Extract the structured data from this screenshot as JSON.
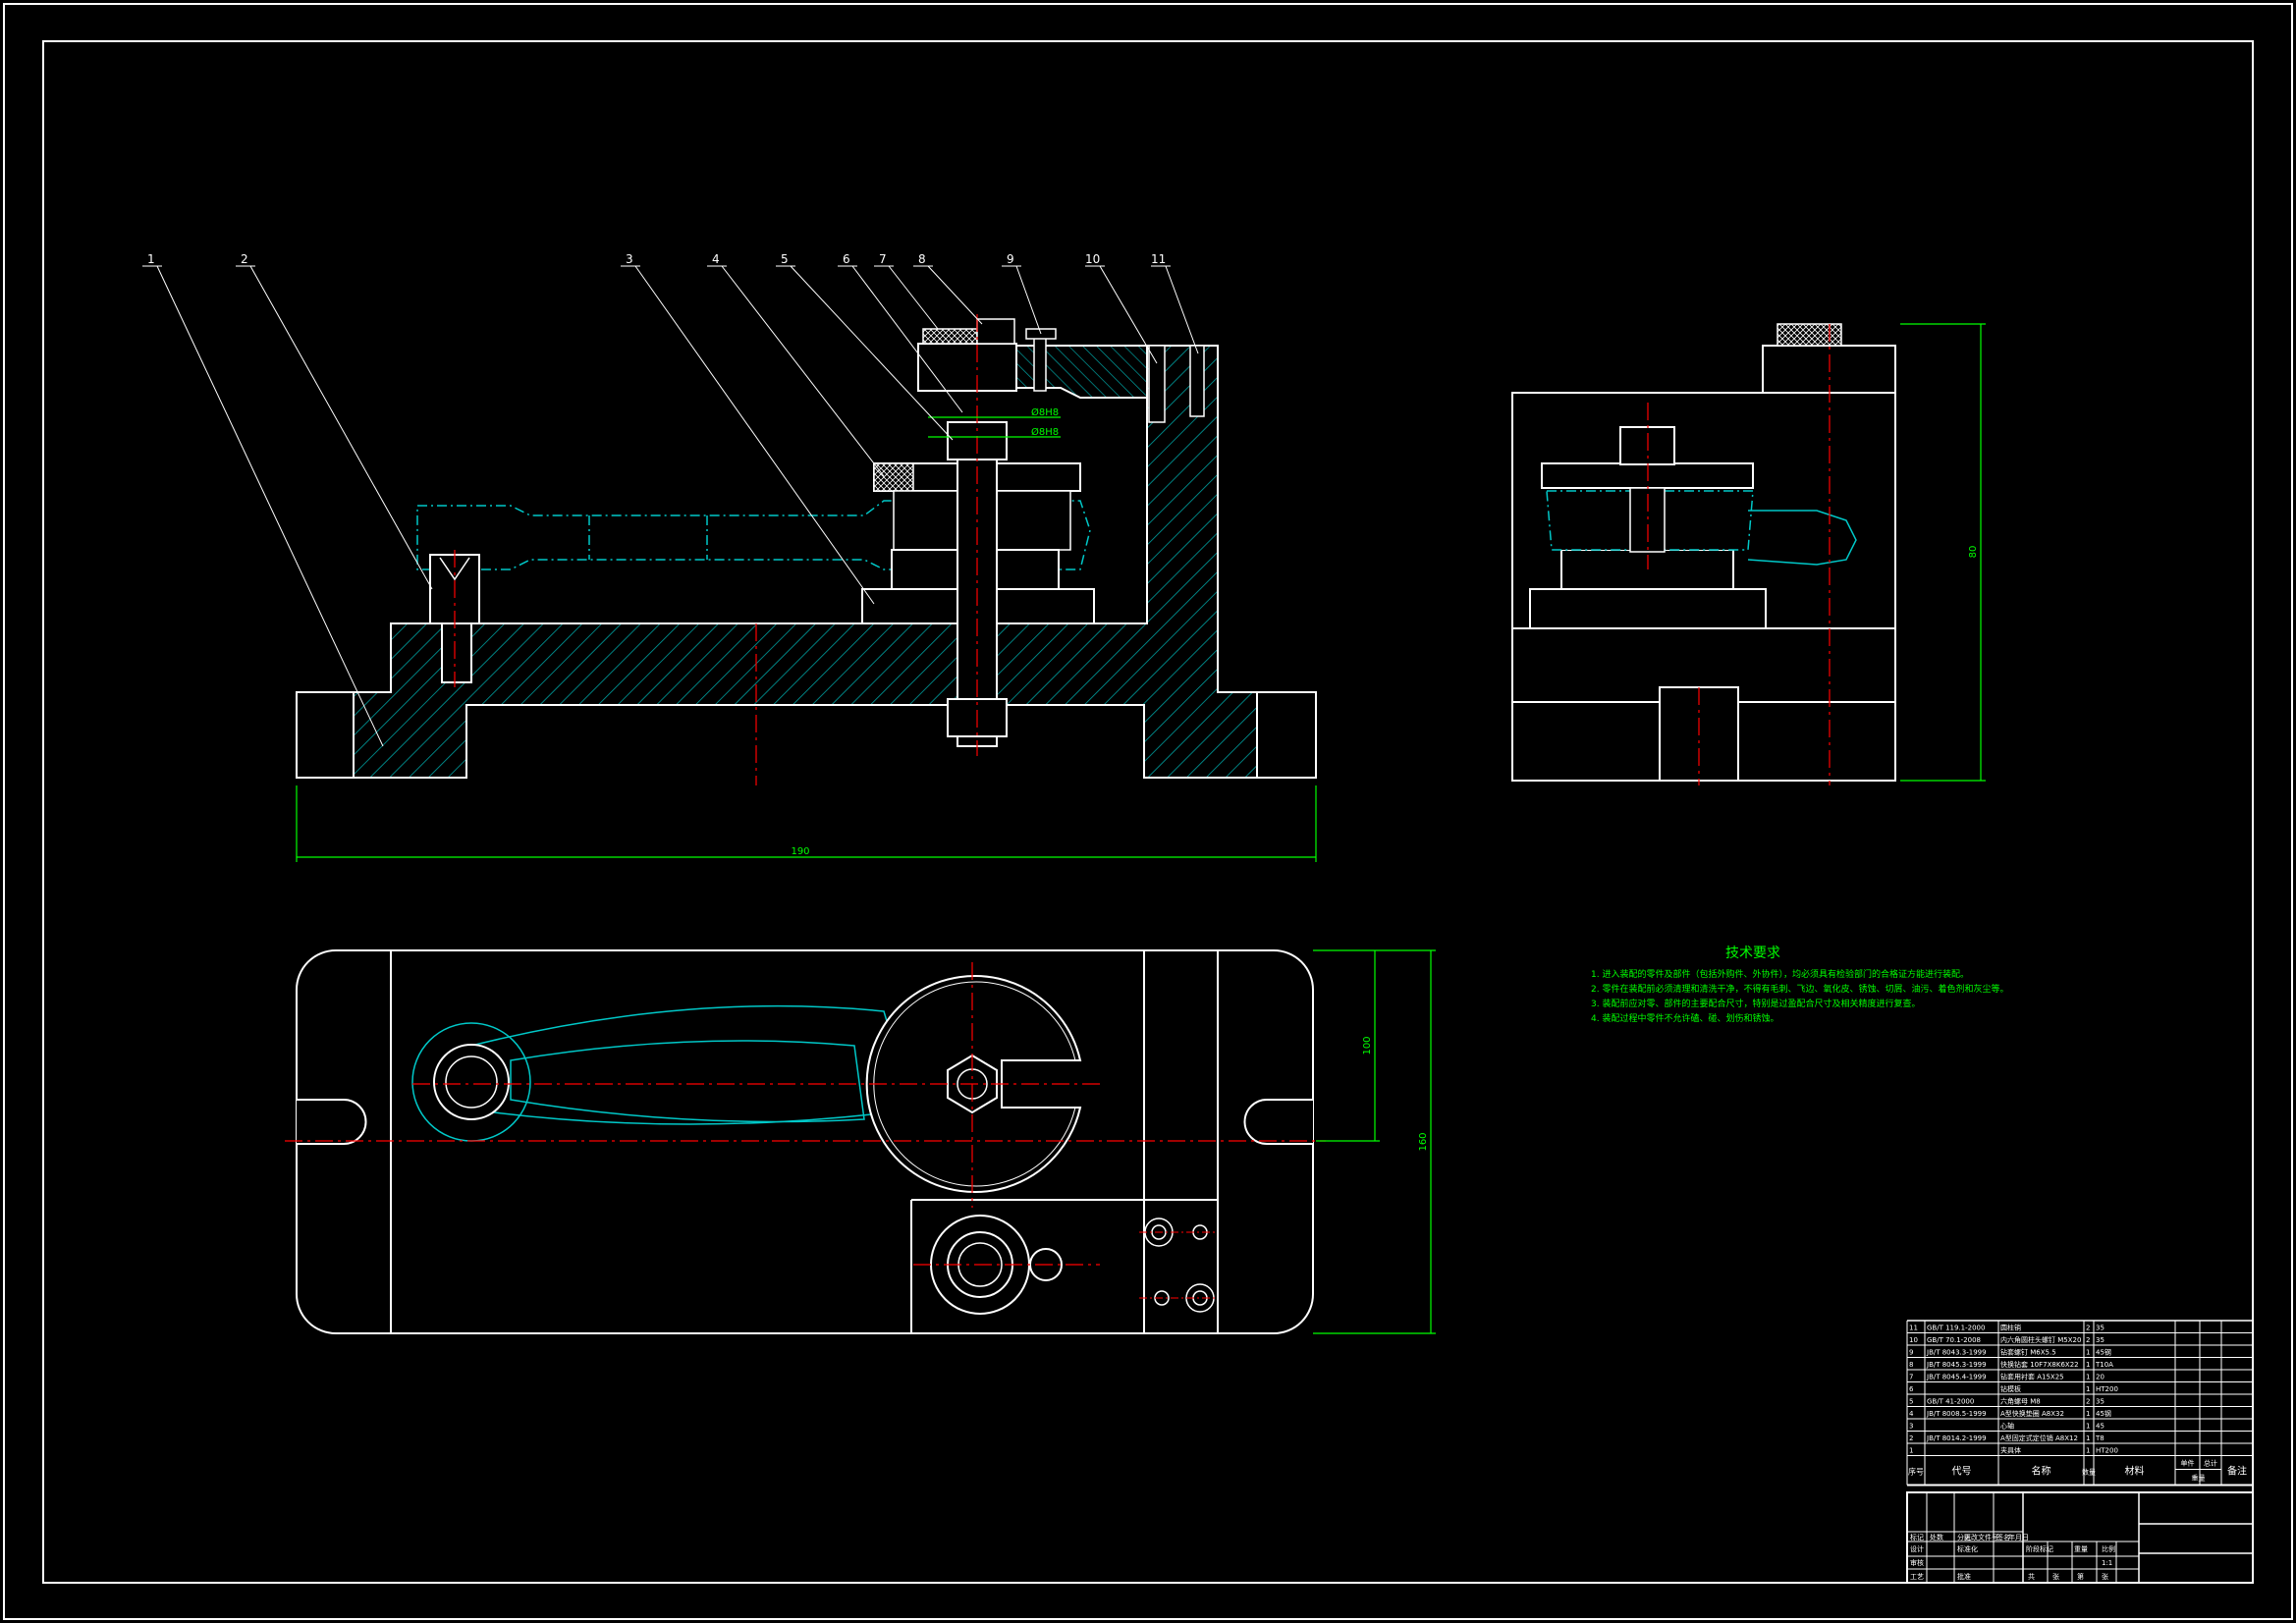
{
  "colors": {
    "background": "#000000",
    "outline": "#ffffff",
    "section_fill": "#00a0a0",
    "centerline": "#ff0000",
    "dimension": "#00ff00",
    "phantom": "#00c8c8"
  },
  "balloons": [
    "1",
    "2",
    "3",
    "4",
    "5",
    "6",
    "7",
    "8",
    "9",
    "10",
    "11"
  ],
  "dimensions": {
    "base_length": "190",
    "side_height": "80",
    "plan_width": "100",
    "plan_height": "160",
    "fit_1": "Ø8H8",
    "fit_2": "Ø8H8"
  },
  "tech_requirements": {
    "title": "技术要求",
    "lines": [
      "1. 进入装配的零件及部件（包括外购件、外协件），均必须具有检验部门的合格证方能进行装配。",
      "2. 零件在装配前必须清理和清洗干净，不得有毛刺、飞边、氧化皮、锈蚀、切屑、油污、着色剂和灰尘等。",
      "3. 装配前应对零、部件的主要配合尺寸，特别是过盈配合尺寸及相关精度进行复查。",
      "4. 装配过程中零件不允许磕、碰、划伤和锈蚀。"
    ]
  },
  "parts": [
    {
      "no": "11",
      "code": "GB/T 119.1-2000",
      "name": "圆柱销",
      "qty": "2",
      "material": "35",
      "note": ""
    },
    {
      "no": "10",
      "code": "GB/T 70.1-2008",
      "name": "内六角圆柱头螺钉 M5X20",
      "qty": "2",
      "material": "35",
      "note": ""
    },
    {
      "no": "9",
      "code": "JB/T 8043.3-1999",
      "name": "钻套螺钉 M6X5.5",
      "qty": "1",
      "material": "45钢",
      "note": ""
    },
    {
      "no": "8",
      "code": "JB/T 8045.3-1999",
      "name": "快换钻套 10F7X8K6X22",
      "qty": "1",
      "material": "T10A",
      "note": ""
    },
    {
      "no": "7",
      "code": "JB/T 8045.4-1999",
      "name": "钻套用衬套 A15X25",
      "qty": "1",
      "material": "20",
      "note": ""
    },
    {
      "no": "6",
      "code": "",
      "name": "钻模板",
      "qty": "1",
      "material": "HT200",
      "note": ""
    },
    {
      "no": "5",
      "code": "GB/T 41-2000",
      "name": "六角螺母 M8",
      "qty": "2",
      "material": "35",
      "note": ""
    },
    {
      "no": "4",
      "code": "JB/T 8008.5-1999",
      "name": "A型快换垫圈 A8X32",
      "qty": "1",
      "material": "45钢",
      "note": ""
    },
    {
      "no": "3",
      "code": "",
      "name": "心轴",
      "qty": "1",
      "material": "45",
      "note": ""
    },
    {
      "no": "2",
      "code": "JB/T 8014.2-1999",
      "name": "A型固定式定位销 A8X12",
      "qty": "1",
      "material": "T8",
      "note": ""
    },
    {
      "no": "1",
      "code": "",
      "name": "夹具体",
      "qty": "1",
      "material": "HT200",
      "note": ""
    }
  ],
  "parts_header": {
    "no": "序号",
    "code": "代号",
    "name": "名称",
    "qty": "数量",
    "material": "材料",
    "unit_weight": "单件",
    "total_weight": "总计",
    "weight": "重量",
    "note": "备注"
  },
  "title_block": {
    "row1": [
      "标记",
      "处数",
      "分区",
      "更改文件号",
      "签名",
      "年月日"
    ],
    "row2": [
      "设计",
      "",
      "标准化",
      "",
      "阶段标记",
      "重量",
      "比例"
    ],
    "row3": [
      "审核",
      "",
      "",
      "",
      "",
      "",
      "1:1"
    ],
    "row4": [
      "工艺",
      "",
      "批准",
      "",
      "共",
      "张",
      "第",
      "张"
    ]
  }
}
